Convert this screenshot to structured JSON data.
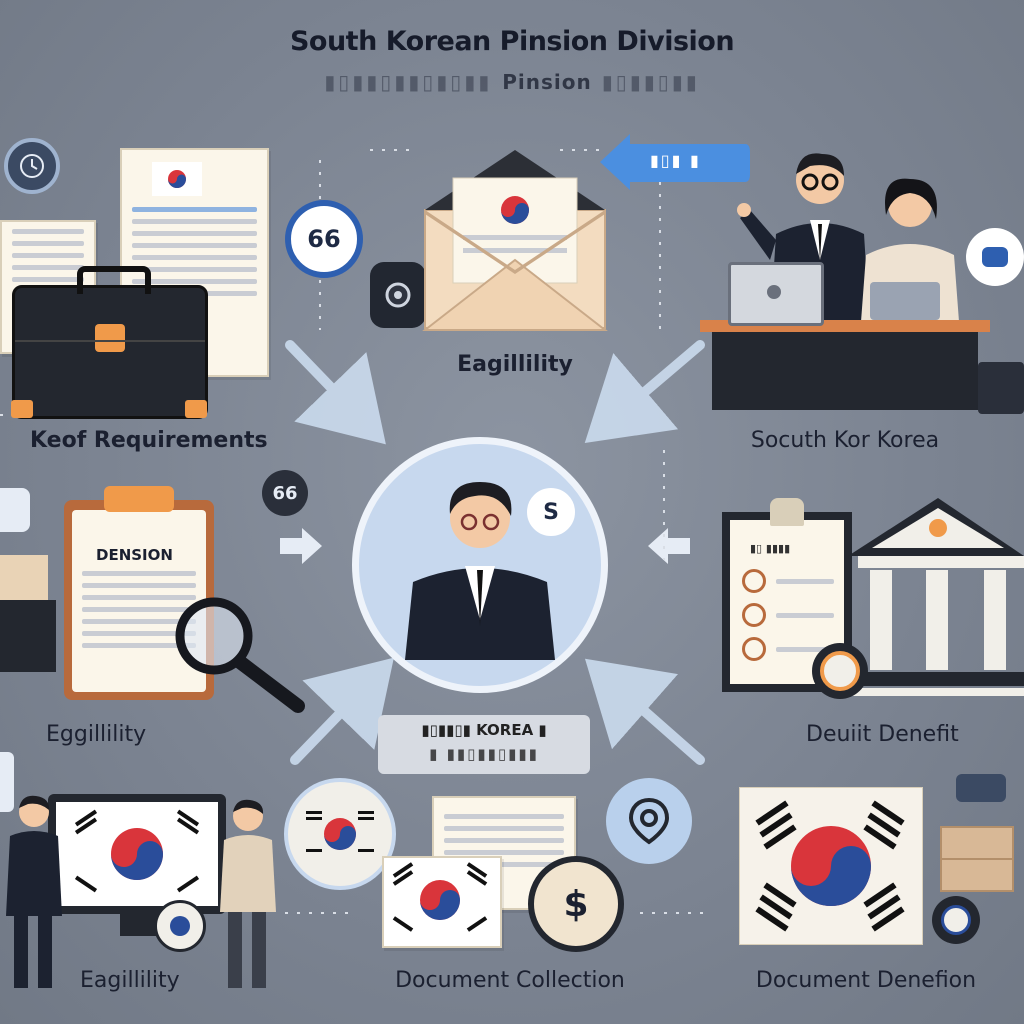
{
  "header": {
    "title": "South Korean Pinsion Division",
    "subtitle": "Pinsion"
  },
  "labels": {
    "keep_requirements": "Keof Requirements",
    "eligibility_top": "Eagillility",
    "south_korea": "Socuth Kor Korea",
    "eligibility_mid": "Eggillility",
    "benefit": "Deuiit Denefit",
    "eligibility_bottom": "Eagillility",
    "doc_collection": "Document Collection",
    "doc_denefion": "Document Denefion"
  },
  "badges": {
    "top": "66",
    "mid": "66",
    "center_s": "S",
    "dollar": "$"
  },
  "clipboard": {
    "title": "DENSION"
  },
  "center_strip": {
    "text": "KOREA"
  },
  "arrow_tag": {
    "text": ""
  },
  "colors": {
    "background": "#7b8391",
    "korea_red": "#d9353b",
    "korea_blue": "#2a4d9a",
    "center_circle": "#c7d8ee",
    "accent_blue": "#4b8fe0"
  }
}
